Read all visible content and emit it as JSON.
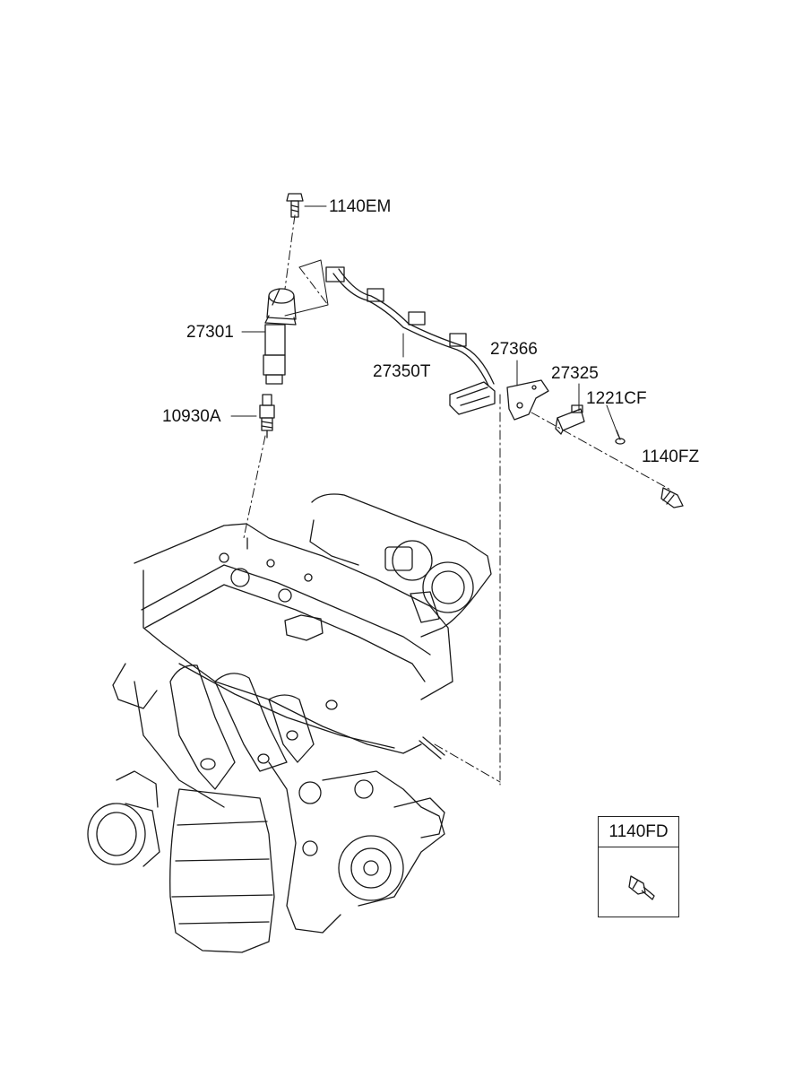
{
  "labels": {
    "bolt_top": "1140EM",
    "ignition_coil": "27301",
    "spark_plug": "10930A",
    "wiring_harness": "27350T",
    "bracket": "27366",
    "sensor": "27325",
    "screw": "1221CF",
    "bolt_right": "1140FZ"
  },
  "ref_box": {
    "label": "1140FD"
  },
  "colors": {
    "line": "#1a1a1a",
    "background": "#ffffff"
  }
}
